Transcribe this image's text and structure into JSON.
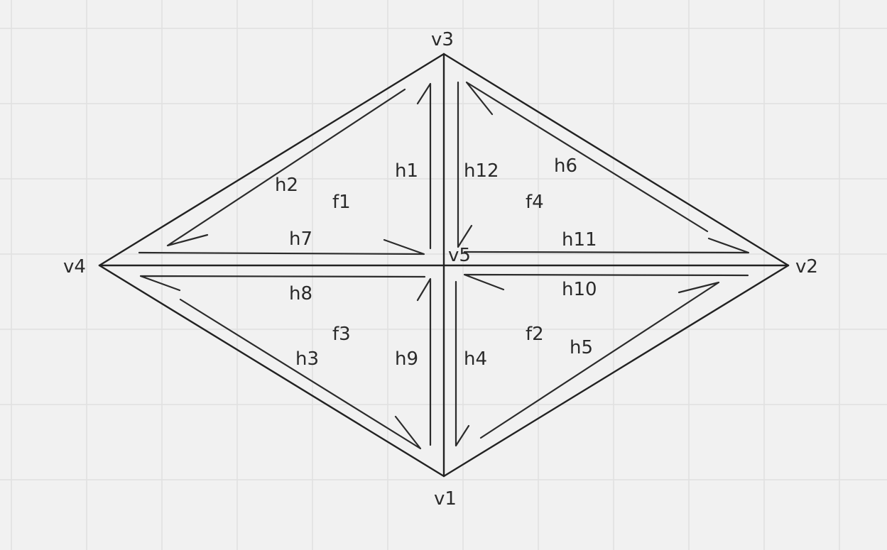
{
  "colors": {
    "background": "#f1f1f1",
    "grid": "#e0e0e0",
    "stroke": "#222222",
    "text": "#2a2a2a"
  },
  "vertices": {
    "v1": "v1",
    "v2": "v2",
    "v3": "v3",
    "v4": "v4",
    "v5": "v5"
  },
  "faces": {
    "f1": "f1",
    "f2": "f2",
    "f3": "f3",
    "f4": "f4"
  },
  "halfedges": {
    "h1": "h1",
    "h2": "h2",
    "h3": "h3",
    "h4": "h4",
    "h5": "h5",
    "h6": "h6",
    "h7": "h7",
    "h8": "h8",
    "h9": "h9",
    "h10": "h10",
    "h11": "h11",
    "h12": "h12"
  }
}
